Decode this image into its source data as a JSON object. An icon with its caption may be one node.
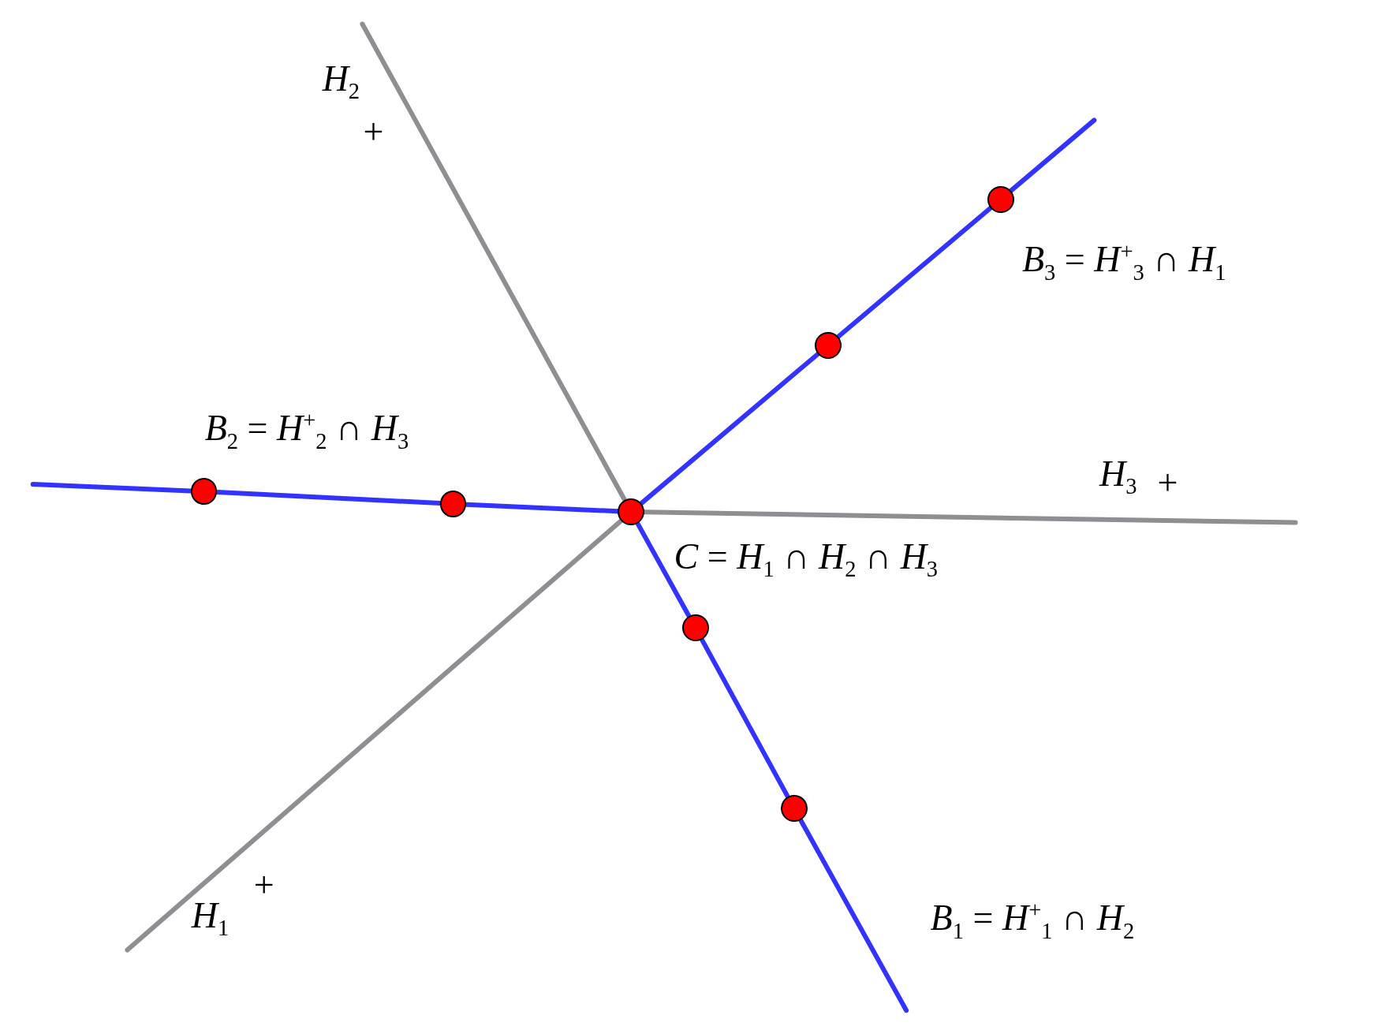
{
  "diagram": {
    "nodes": [
      {
        "text": [],
        "shape": "circle"
      },
      {
        "text": [],
        "shape": "circle"
      },
      {
        "text": [],
        "shape": "circle"
      },
      {
        "text": [],
        "shape": "circle"
      },
      {
        "text": [],
        "shape": "circle"
      },
      {
        "text": [],
        "shape": "circle"
      },
      {
        "text": [],
        "shape": "circle"
      }
    ],
    "edges": [
      {
        "from": null,
        "to": 4,
        "arrow": "none",
        "color": "#8e8e93"
      },
      {
        "from": 4,
        "to": null,
        "arrow": "none",
        "color": "#8e8e93"
      },
      {
        "from": null,
        "to": 4,
        "arrow": "none",
        "color": "#8e8e93"
      },
      {
        "from": 4,
        "to": 1,
        "arrow": "none"
      },
      {
        "from": 1,
        "to": 0,
        "arrow": "none"
      },
      {
        "from": 0,
        "to": null,
        "arrow": "none"
      },
      {
        "from": null,
        "to": 2,
        "arrow": "none"
      },
      {
        "from": 2,
        "to": 3,
        "arrow": "none"
      },
      {
        "from": 3,
        "to": 4,
        "arrow": "none"
      },
      {
        "from": 4,
        "to": 5,
        "arrow": "none"
      },
      {
        "from": 5,
        "to": 6,
        "arrow": "none"
      },
      {
        "from": 6,
        "to": null,
        "arrow": "none"
      }
    ],
    "labels": [
      "*H*$_{2}$",
      "+",
      "*B*$_{3}$ = *H*$^{+}$$_{3}$ ∩ *H*$_{1}$",
      "*B*$_{2}$ = *H*$^{+}$$_{2}$ ∩ *H*$_{3}$",
      "*H*$_{3}$",
      "+",
      "*C* = *H*$_{1}$ ∩ *H*$_{2}$ ∩ *H*$_{3}$",
      "+",
      "*H*$_{1}$",
      "*B*$_{1}$ = *H*$^{+}$$_{1}$ ∩ *H*$_{2}$"
    ]
  }
}
